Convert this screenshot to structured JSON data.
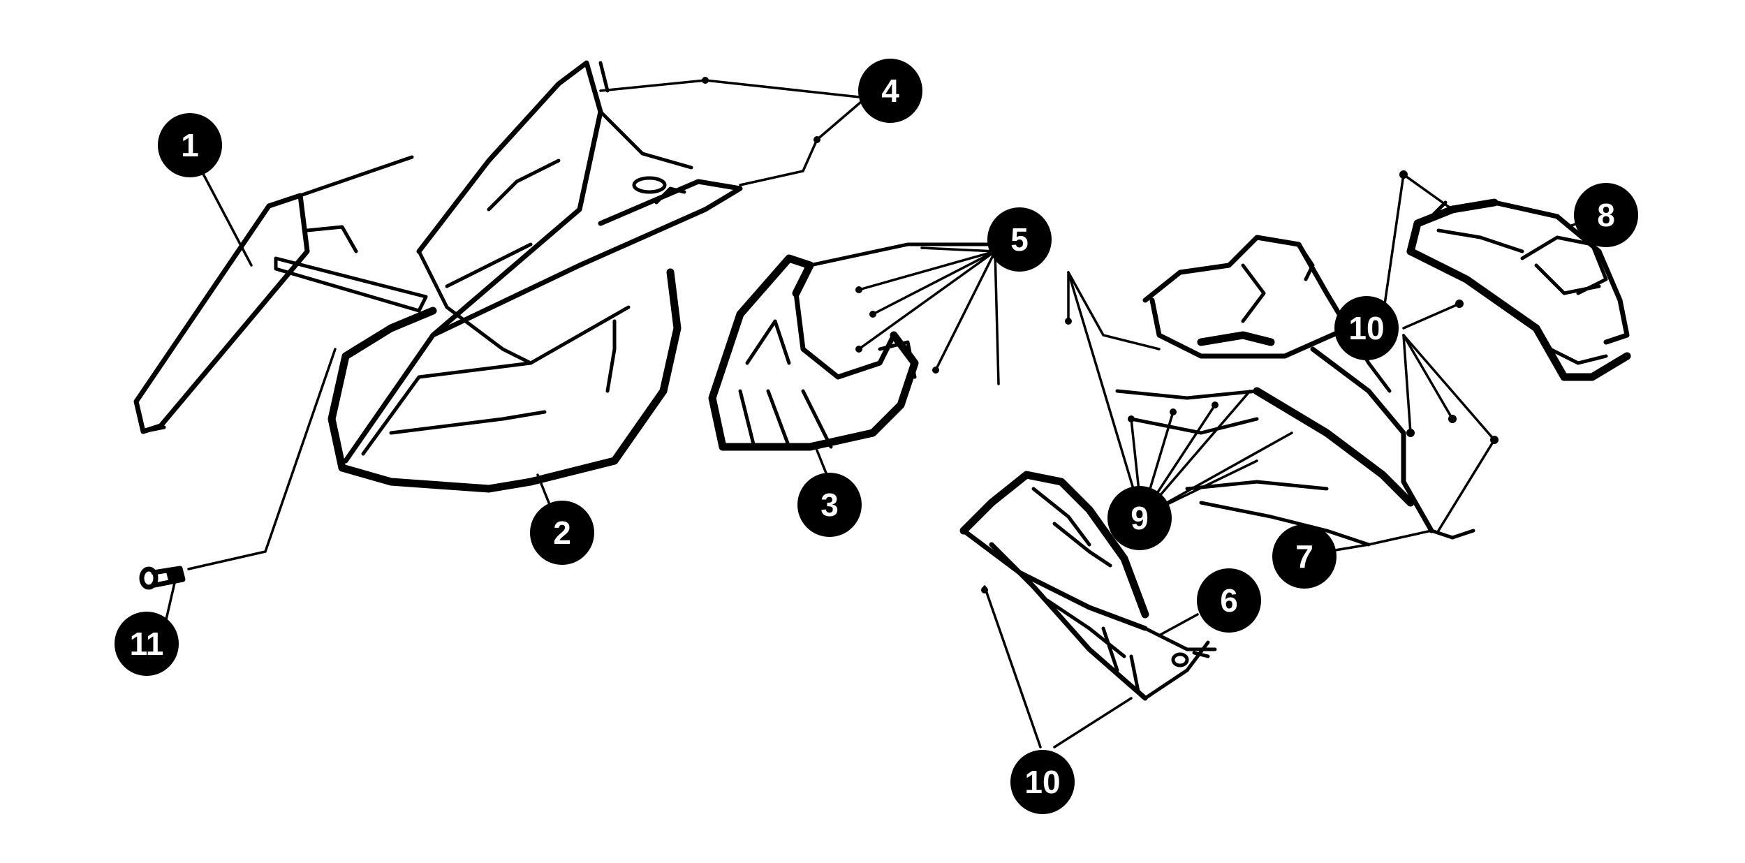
{
  "diagram": {
    "type": "exploded-parts-view",
    "callouts": [
      {
        "id": "c1",
        "label": "1"
      },
      {
        "id": "c2",
        "label": "2"
      },
      {
        "id": "c3",
        "label": "3"
      },
      {
        "id": "c4",
        "label": "4"
      },
      {
        "id": "c5",
        "label": "5"
      },
      {
        "id": "c6",
        "label": "6"
      },
      {
        "id": "c7",
        "label": "7"
      },
      {
        "id": "c8",
        "label": "8"
      },
      {
        "id": "c9",
        "label": "9"
      },
      {
        "id": "c10a",
        "label": "10"
      },
      {
        "id": "c10b",
        "label": "10"
      },
      {
        "id": "c11",
        "label": "11"
      }
    ],
    "colors": {
      "line": "#000000",
      "callout_fill": "#000000",
      "callout_text": "#ffffff",
      "background": "#ffffff"
    }
  }
}
